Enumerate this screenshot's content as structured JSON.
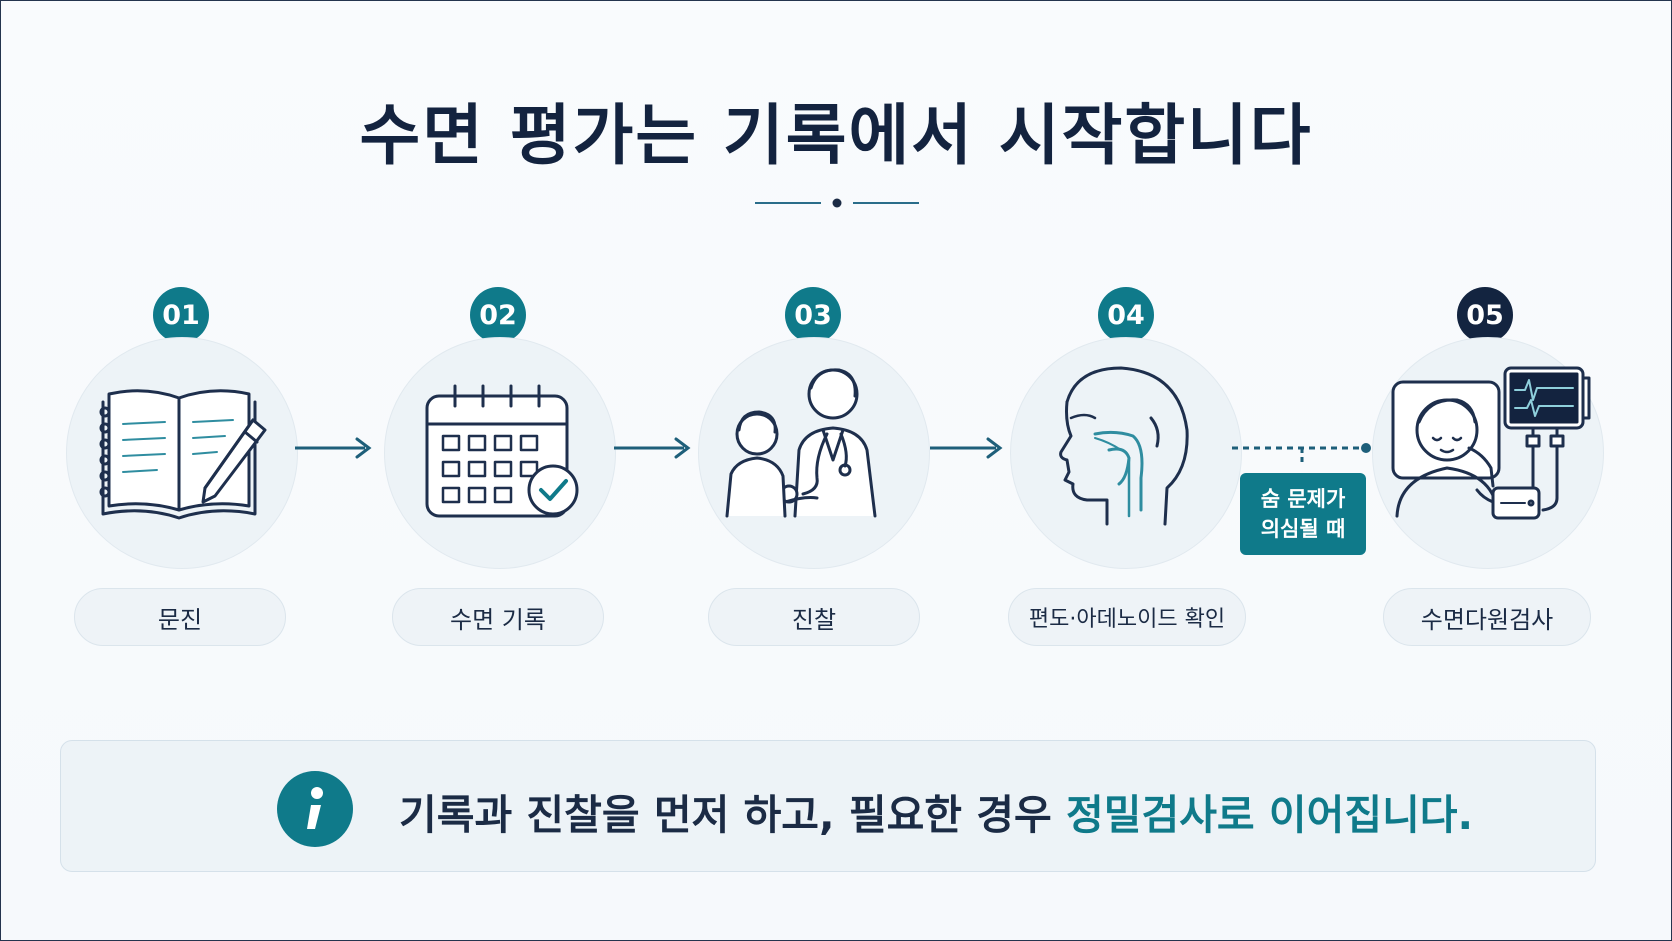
{
  "title": "수면 평가는 기록에서 시작합니다",
  "steps": [
    {
      "number": "01",
      "label": "문진",
      "icon": "notebook-pen-icon"
    },
    {
      "number": "02",
      "label": "수면 기록",
      "icon": "calendar-check-icon"
    },
    {
      "number": "03",
      "label": "진찰",
      "icon": "doctor-stethoscope-icon"
    },
    {
      "number": "04",
      "label": "편도·아데노이드 확인",
      "icon": "head-airway-icon"
    },
    {
      "number": "05",
      "label": "수면다원검사",
      "icon": "sleep-monitor-icon"
    }
  ],
  "callout": {
    "line1": "숨 문제가",
    "line2": "의심될 때"
  },
  "info": {
    "text_before": "기록과 진찰을 먼저 하고, 필요한 경우 ",
    "text_highlight": "정밀검사로 이어집니다."
  },
  "colors": {
    "accent": "#0f7a8a",
    "navy": "#132440",
    "background": "#f8fafc"
  }
}
